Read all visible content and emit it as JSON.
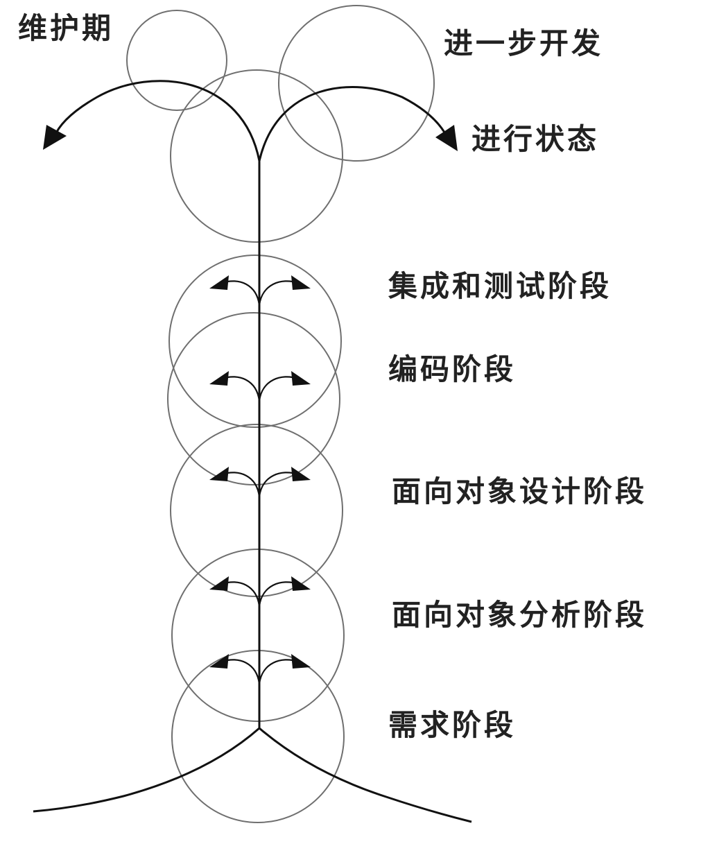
{
  "labels": {
    "maintenance": "维护期",
    "further_development": "进一步开发",
    "running_state": "进行状态",
    "integration_testing": "集成和测试阶段",
    "coding": "编码阶段",
    "oo_design": "面向对象设计阶段",
    "oo_analysis": "面向对象分析阶段",
    "requirement": "需求阶段"
  },
  "colors": {
    "line": "#111111",
    "circle": "#6f6f6f",
    "text": "#222222",
    "background": "#ffffff"
  }
}
